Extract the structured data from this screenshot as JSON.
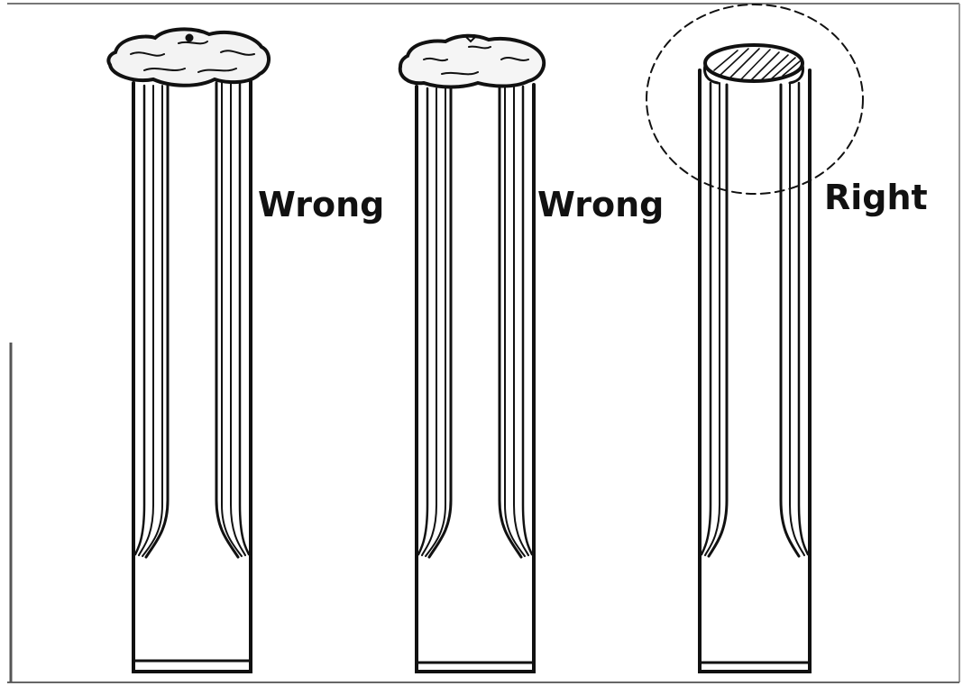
{
  "labels": {
    "left": "Wrong",
    "middle": "Wrong",
    "right": "Right"
  },
  "colors": {
    "ink": "#111111",
    "paper": "#ffffff"
  }
}
